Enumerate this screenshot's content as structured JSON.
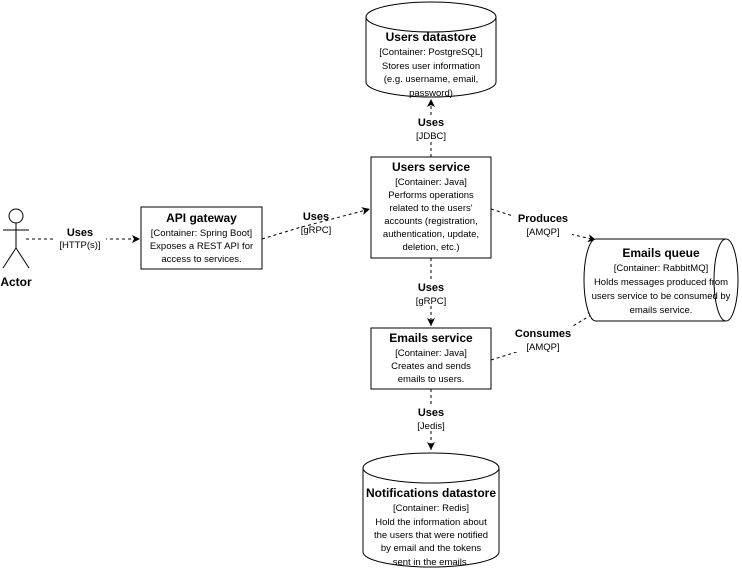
{
  "actor": {
    "label": "Actor"
  },
  "nodes": {
    "api_gateway": {
      "title": "API gateway",
      "tech": "[Container: Spring Boot]",
      "desc": [
        "Exposes a REST API for",
        "access to services."
      ]
    },
    "users_service": {
      "title": "Users service",
      "tech": "[Container: Java]",
      "desc": [
        "Performs operations",
        "related to the users'",
        "accounts (registration,",
        "authentication, update,",
        "deletion, etc.)"
      ]
    },
    "emails_service": {
      "title": "Emails service",
      "tech": "[Container: Java]",
      "desc": [
        "Creates and sends",
        "emails to users."
      ]
    },
    "users_datastore": {
      "title": "Users datastore",
      "tech": "[Container: PostgreSQL]",
      "desc": [
        "Stores user information",
        "(e.g. username, email,",
        "password)"
      ]
    },
    "notifications_datastore": {
      "title": "Notifications datastore",
      "tech": "[Container: Redis]",
      "desc": [
        "Hold the information about",
        "the users that were notified",
        "by email and the tokens",
        "sent in the emails."
      ]
    },
    "emails_queue": {
      "title": "Emails queue",
      "tech": "[Container: RabbitMQ]",
      "desc": [
        "Holds messages produced from",
        "users service to be consumed by",
        "emails service."
      ]
    }
  },
  "edges": {
    "actor_to_gateway": {
      "label": "Uses",
      "tech": "[HTTP(s)]"
    },
    "gateway_to_users": {
      "label": "Uses",
      "tech": "[gRPC]"
    },
    "users_to_datastore": {
      "label": "Uses",
      "tech": "[JDBC]"
    },
    "users_to_queue": {
      "label": "Produces",
      "tech": "[AMQP]"
    },
    "users_to_emails": {
      "label": "Uses",
      "tech": "[gRPC]"
    },
    "emails_from_queue": {
      "label": "Consumes",
      "tech": "[AMQP]"
    },
    "emails_to_notifications": {
      "label": "Uses",
      "tech": "[Jedis]"
    }
  }
}
